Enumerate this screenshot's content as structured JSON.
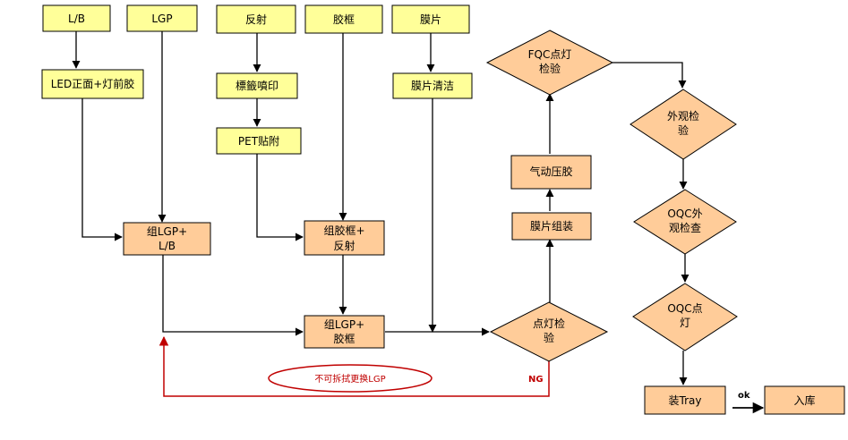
{
  "inputs": {
    "lb": "L/B",
    "lgp": "LGP",
    "reflector": "反射",
    "frame": "胶框",
    "film": "膜片"
  },
  "steps": {
    "led_front": "LED正面+灯前胶",
    "label_print": "標籤噴印",
    "pet_attach": "PET贴附",
    "film_clean": "膜片清洁",
    "lgp_lb_1": "组LGP+",
    "lgp_lb_2": "L/B",
    "frame_ref_1": "组胶框+",
    "frame_ref_2": "反射",
    "lgp_frame_1": "组LGP+",
    "lgp_frame_2": "胶框",
    "film_assembly": "膜片组装",
    "air_press": "气动压胶",
    "pack_tray": "装Tray",
    "warehouse": "入库"
  },
  "checks": {
    "light_1": "点灯检",
    "light_2": "验",
    "fqc_1": "FQC点灯",
    "fqc_2": "检验",
    "visual_1": "外观检",
    "visual_2": "验",
    "oqc_visual_1": "OQC外",
    "oqc_visual_2": "观检查",
    "oqc_light_1": "OQC点",
    "oqc_light_2": "灯"
  },
  "labels": {
    "ng": "NG",
    "ok": "ok",
    "rework_note": "不可拆拭更换LGP"
  },
  "colors": {
    "input_fill": "#FFFF99",
    "step_fill": "#FFCC99",
    "ng_line": "#C00000",
    "stroke": "#000000"
  }
}
